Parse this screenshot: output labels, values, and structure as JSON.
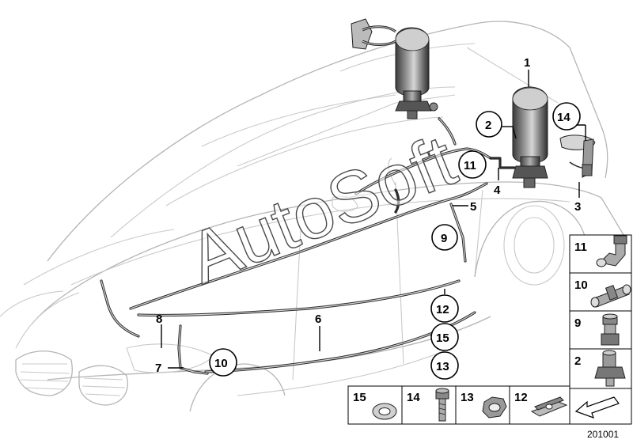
{
  "diagram": {
    "callouts": {
      "c1": "1",
      "c2": "2",
      "c3": "3",
      "c4": "4",
      "c5": "5",
      "c6": "6",
      "c7": "7",
      "c8": "8",
      "c9": "9",
      "c10": "10",
      "c11": "11",
      "c12": "12",
      "c13": "13",
      "c14": "14",
      "c15": "15"
    },
    "side_boxes": {
      "b11": "11",
      "b10": "10",
      "b9": "9",
      "b2": "2"
    },
    "bottom_boxes": {
      "b15": "15",
      "b14": "14",
      "b13": "13",
      "b12": "12"
    },
    "watermark": "AutoSoft",
    "diagram_id": "201001"
  }
}
